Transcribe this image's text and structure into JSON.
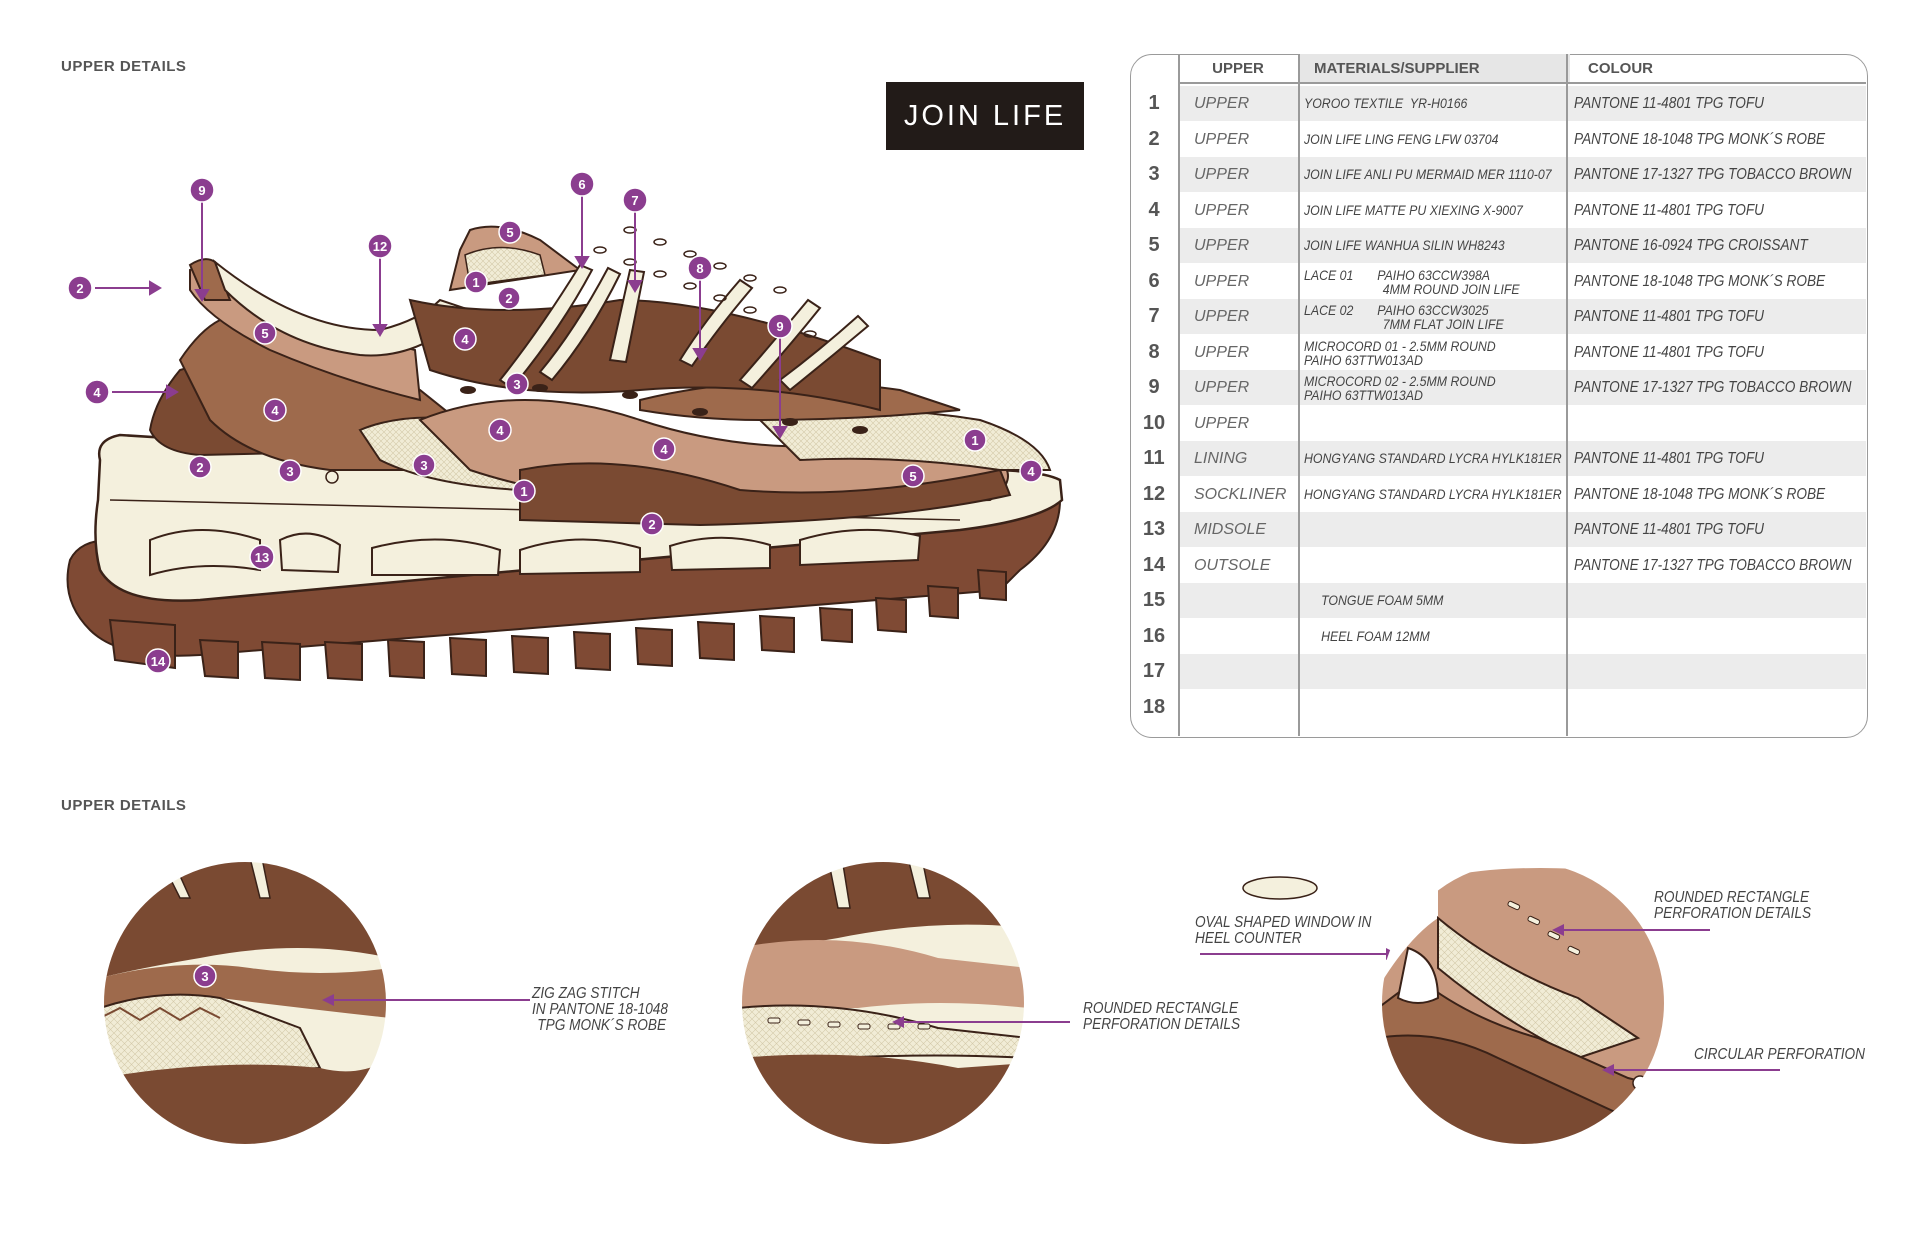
{
  "sections": {
    "top_title": "UPPER DETAILS",
    "bottom_title": "UPPER DETAILS"
  },
  "brand": {
    "label": "JOIN LIFE"
  },
  "colors": {
    "tofu": "#f3efdc",
    "monks_robe": "#7a4a32",
    "tobacco_brown": "#9e6a4c",
    "croissant": "#c99a80",
    "marker": "#8b3d8f"
  },
  "table": {
    "headers": {
      "part": "UPPER",
      "materials": "MATERIALS/SUPPLIER",
      "colour": "COLOUR"
    },
    "rows": [
      {
        "no": "1",
        "part": "UPPER",
        "material": "YOROO TEXTILE  YR-H0166",
        "material2": "",
        "colour": "PANTONE 11-4801 TPG TOFU"
      },
      {
        "no": "2",
        "part": "UPPER",
        "material": "JOIN LIFE LING FENG LFW 03704",
        "material2": "",
        "colour": "PANTONE 18-1048 TPG MONK´S ROBE"
      },
      {
        "no": "3",
        "part": "UPPER",
        "material": "JOIN LIFE ANLI PU MERMAID MER 1110-07",
        "material2": "",
        "colour": "PANTONE 17-1327 TPG TOBACCO BROWN"
      },
      {
        "no": "4",
        "part": "UPPER",
        "material": "JOIN LIFE MATTE PU XIEXING X-9007",
        "material2": "",
        "colour": "PANTONE 11-4801 TPG TOFU"
      },
      {
        "no": "5",
        "part": "UPPER",
        "material": "JOIN LIFE WANHUA SILIN WH8243",
        "material2": "",
        "colour": "PANTONE 16-0924 TPG CROISSANT"
      },
      {
        "no": "6",
        "part": "UPPER",
        "material": "LACE 01       PAIHO 63CCW398A",
        "material2": "                       4MM ROUND JOIN LIFE",
        "colour": "PANTONE 18-1048 TPG MONK´S ROBE"
      },
      {
        "no": "7",
        "part": "UPPER",
        "material": "LACE 02       PAIHO 63CCW3025",
        "material2": "                       7MM FLAT JOIN LIFE",
        "colour": "PANTONE 11-4801 TPG TOFU"
      },
      {
        "no": "8",
        "part": "UPPER",
        "material": "MICROCORD 01 - 2.5MM ROUND",
        "material2": "PAIHO 63TTW013AD",
        "colour": "PANTONE 11-4801 TPG TOFU"
      },
      {
        "no": "9",
        "part": "UPPER",
        "material": "MICROCORD 02 - 2.5MM ROUND",
        "material2": "PAIHO 63TTW013AD",
        "colour": "PANTONE 17-1327 TPG TOBACCO BROWN"
      },
      {
        "no": "10",
        "part": "UPPER",
        "material": "",
        "material2": "",
        "colour": ""
      },
      {
        "no": "11",
        "part": "LINING",
        "material": "HONGYANG STANDARD LYCRA HYLK181ER",
        "material2": "",
        "colour": "PANTONE 11-4801 TPG TOFU"
      },
      {
        "no": "12",
        "part": "SOCKLINER",
        "material": "HONGYANG STANDARD LYCRA HYLK181ER",
        "material2": "",
        "colour": "PANTONE 18-1048 TPG MONK´S ROBE"
      },
      {
        "no": "13",
        "part": "MIDSOLE",
        "material": "",
        "material2": "",
        "colour": "PANTONE 11-4801 TPG TOFU"
      },
      {
        "no": "14",
        "part": "OUTSOLE",
        "material": "",
        "material2": "",
        "colour": "PANTONE 17-1327 TPG TOBACCO BROWN"
      },
      {
        "no": "15",
        "part": "",
        "material": "     TONGUE FOAM 5MM",
        "material2": "",
        "colour": ""
      },
      {
        "no": "16",
        "part": "",
        "material": "     HEEL FOAM 12MM",
        "material2": "",
        "colour": ""
      },
      {
        "no": "17",
        "part": "",
        "material": "",
        "material2": "",
        "colour": ""
      },
      {
        "no": "18",
        "part": "",
        "material": "",
        "material2": "",
        "colour": ""
      }
    ]
  },
  "markers": [
    "1",
    "2",
    "3",
    "4",
    "5",
    "6",
    "7",
    "8",
    "9",
    "12",
    "13",
    "14"
  ],
  "callouts": {
    "zigzag": [
      "ZIG ZAG STITCH",
      "IN PANTONE 18-1048",
      "TPG MONK´S ROBE"
    ],
    "rounded_rect_mid": [
      "ROUNDED RECTANGLE",
      "PERFORATION DETAILS"
    ],
    "oval_window": [
      "OVAL SHAPED WINDOW IN",
      "HEEL COUNTER"
    ],
    "rounded_rect_heel": [
      "ROUNDED RECTANGLE",
      "PERFORATION DETAILS"
    ],
    "circular": [
      "CIRCULAR PERFORATION"
    ]
  },
  "detail_marker": "3"
}
